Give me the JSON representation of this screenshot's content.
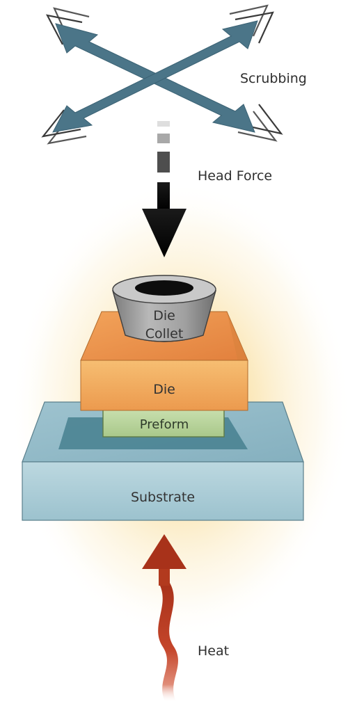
{
  "labels": {
    "scrubbing": "Scrubbing",
    "head_force": "Head Force",
    "die_collet_line1": "Die",
    "die_collet_line2": "Collet",
    "die": "Die",
    "preform": "Preform",
    "substrate": "Substrate",
    "heat": "Heat"
  },
  "colors": {
    "scrub_arrow": "#4b7588",
    "force_arrow": "#0a0a0a",
    "heat_arrow": "#b53a1e",
    "glow": "#f7d98a",
    "collet_side": "#9a9a9a",
    "die_front": "#f0a75c",
    "die_top": "#e88a45",
    "preform": "#b7d39a",
    "substrate_front": "#a9ccd6",
    "substrate_top": "#8fb8c6"
  }
}
